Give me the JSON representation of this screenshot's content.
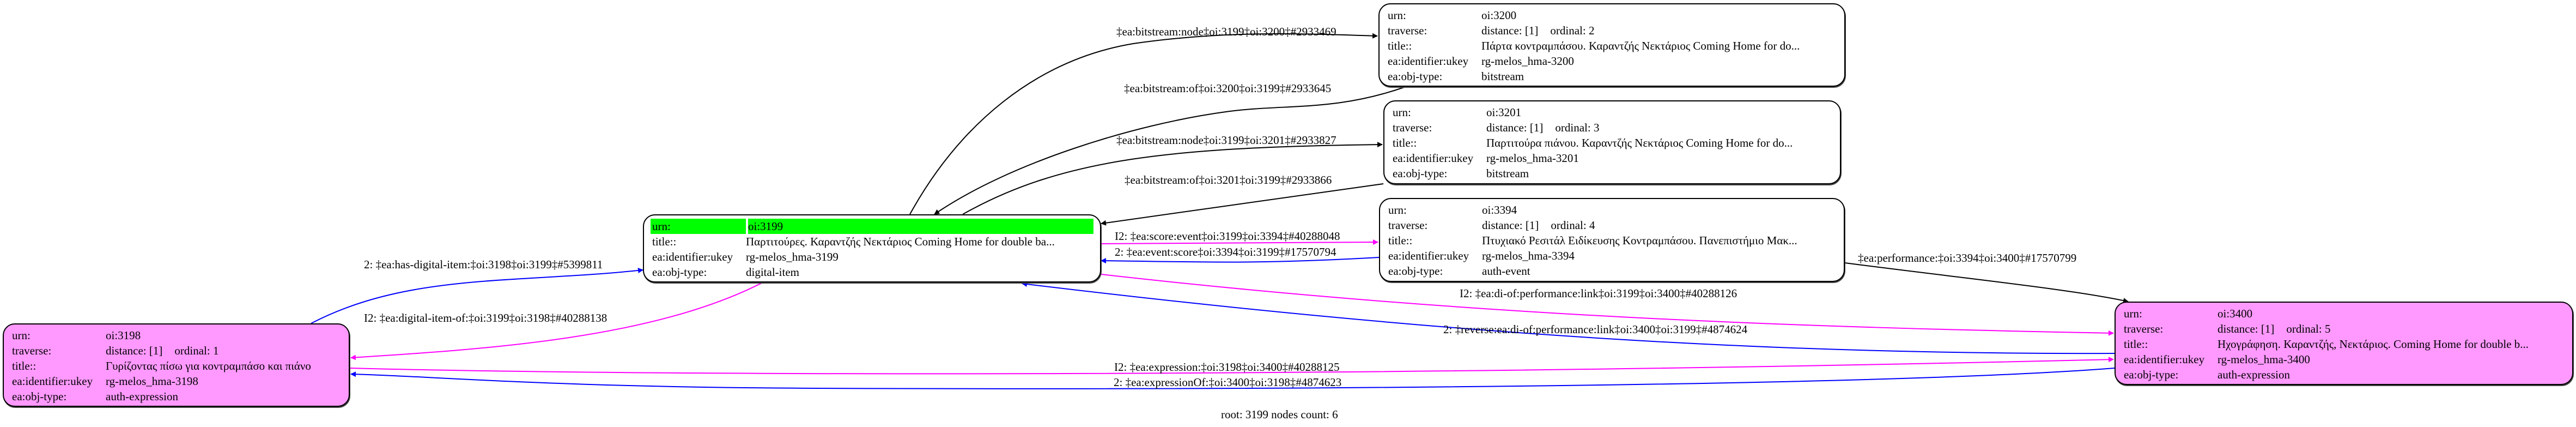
{
  "row_labels": {
    "urn": "urn:",
    "traverse": "traverse:",
    "title": "title::",
    "ukey": "ea:identifier:ukey",
    "obj_type": "ea:obj-type:"
  },
  "nodes": [
    {
      "id": "3198",
      "style": "expression",
      "urn": "oi:3198",
      "distance": "distance: [1]",
      "ordinal": "ordinal: 1",
      "title": "Γυρίζοντας πίσω για κοντραμπάσο και πιάνο",
      "ukey": "rg-melos_hma-3198",
      "obj_type": "auth-expression"
    },
    {
      "id": "3199",
      "style": "root",
      "urn": "oi:3199",
      "title": "Παρτιτούρες. Καραντζής Νεκτάριος Coming Home for double ba...",
      "ukey": "rg-melos_hma-3199",
      "obj_type": "digital-item"
    },
    {
      "id": "3200",
      "style": "plain",
      "urn": "oi:3200",
      "distance": "distance: [1]",
      "ordinal": "ordinal: 2",
      "title": "Πάρτα κοντραμπάσου. Καραντζής Νεκτάριος Coming Home for do...",
      "ukey": "rg-melos_hma-3200",
      "obj_type": "bitstream"
    },
    {
      "id": "3201",
      "style": "plain",
      "urn": "oi:3201",
      "distance": "distance: [1]",
      "ordinal": "ordinal: 3",
      "title": "Παρτιτούρα πιάνου.  Καραντζής Νεκτάριος Coming Home for do...",
      "ukey": "rg-melos_hma-3201",
      "obj_type": "bitstream"
    },
    {
      "id": "3394",
      "style": "plain",
      "urn": "oi:3394",
      "distance": "distance: [1]",
      "ordinal": "ordinal: 4",
      "title": "Πτυχιακό Ρεσιτάλ Ειδίκευσης Κοντραμπάσου. Πανεπιστήμιο Μακ...",
      "ukey": "rg-melos_hma-3394",
      "obj_type": "auth-event"
    },
    {
      "id": "3400",
      "style": "expression",
      "urn": "oi:3400",
      "distance": "distance: [1]",
      "ordinal": "ordinal: 5",
      "title": "Ηχογράφηση. Καραντζής, Νεκτάριος. Coming Home for double b...",
      "ukey": "rg-melos_hma-3400",
      "obj_type": "auth-expression"
    }
  ],
  "edges": [
    {
      "id": "bs-node-3200",
      "label": "‡ea:bitstream:node‡oi:3199‡oi:3200‡#2933469",
      "color": "#000000"
    },
    {
      "id": "bs-of-3200",
      "label": "‡ea:bitstream:of‡oi:3200‡oi:3199‡#2933645",
      "color": "#000000"
    },
    {
      "id": "bs-node-3201",
      "label": "‡ea:bitstream:node‡oi:3199‡oi:3201‡#2933827",
      "color": "#000000"
    },
    {
      "id": "bs-of-3201",
      "label": "‡ea:bitstream:of‡oi:3201‡oi:3199‡#2933866",
      "color": "#000000"
    },
    {
      "id": "score-event",
      "label": "I2: ‡ea:score:event‡oi:3199‡oi:3394‡#40288048",
      "color": "#ff00ff"
    },
    {
      "id": "event-score",
      "label": "2: ‡ea:event:score‡oi:3394‡oi:3199‡#17570794",
      "color": "#0000ff"
    },
    {
      "id": "has-digital-item",
      "label": "2: ‡ea:has-digital-item:‡oi:3198‡oi:3199‡#5399811",
      "color": "#0000ff"
    },
    {
      "id": "digital-item-of",
      "label": "I2: ‡ea:digital-item-of:‡oi:3199‡oi:3198‡#40288138",
      "color": "#ff00ff"
    },
    {
      "id": "di-of-performance",
      "label": "I2: ‡ea:di-of:performance:link‡oi:3199‡oi:3400‡#40288126",
      "color": "#ff00ff"
    },
    {
      "id": "reverse-di-of-performance",
      "label": "2: ‡reverse:ea:di-of:performance:link‡oi:3400‡oi:3199‡#4874624",
      "color": "#0000ff"
    },
    {
      "id": "performance",
      "label": "‡ea:performance:‡oi:3394‡oi:3400‡#17570799",
      "color": "#000000"
    },
    {
      "id": "expression",
      "label": "I2: ‡ea:expression:‡oi:3198‡oi:3400‡#40288125",
      "color": "#ff00ff"
    },
    {
      "id": "expression-of",
      "label": "2: ‡ea:expressionOf:‡oi:3400‡oi:3198‡#4874623",
      "color": "#0000ff"
    }
  ],
  "footer": "root: 3199 nodes count: 6"
}
